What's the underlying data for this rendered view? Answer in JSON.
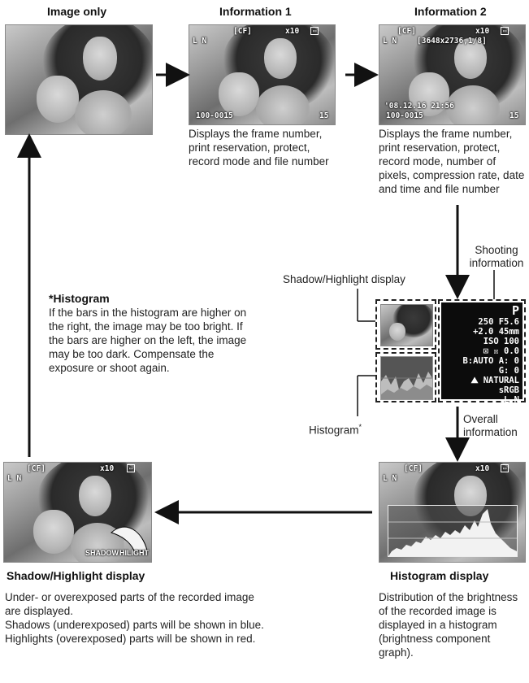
{
  "titles": {
    "image_only": "Image only",
    "information1": "Information 1",
    "information2": "Information 2",
    "shadow_highlight": "Shadow/Highlight display",
    "histogram_display": "Histogram display"
  },
  "osd": {
    "card": "[CF]",
    "lock": "🔒",
    "print": "⎙",
    "qty": "x10",
    "mode": "L N",
    "pixels": "[3648x2736,1/8]",
    "datetime": "'08.12.16 21:56",
    "file_no": "100-0015",
    "frame_no": "15",
    "shadow_label": "SHADOW",
    "hilight_label": "HILIGHT"
  },
  "descriptions": {
    "information1": "Displays the frame number, print reservation, protect, record mode and file number",
    "information2": "Displays the frame number, print reservation, protect, record mode, number of pixels, compression rate, date and time and file number",
    "shadow_highlight": [
      "Under- or overexposed parts of the recorded image are displayed.",
      "Shadows (underexposed) parts will be shown in blue.",
      "Highlights (overexposed) parts will be shown in red."
    ],
    "histogram_display": "Distribution of the brightness of the recorded image is displayed in a histogram (brightness component graph)."
  },
  "callouts": {
    "shooting_information": "Shooting information",
    "shadow_highlight_display": "Shadow/Highlight display",
    "histogram": "Histogram",
    "histogram_star": "*",
    "overall_information": "Overall information"
  },
  "note": {
    "heading": "*Histogram",
    "text": "If the bars in the histogram are higher on the right, the image may be too bright. If the bars are higher on the left, the image may be too dark. Compensate the exposure or shoot again."
  },
  "shooting_info": {
    "mode": "P",
    "lines": [
      "250  F5.6",
      "+2.0  45mm",
      "ISO 100",
      "⊡    ☒  0.0",
      "B:AUTO  A: 0",
      "G: 0",
      "⛰ NATURAL",
      "sRGB",
      "L N"
    ]
  }
}
